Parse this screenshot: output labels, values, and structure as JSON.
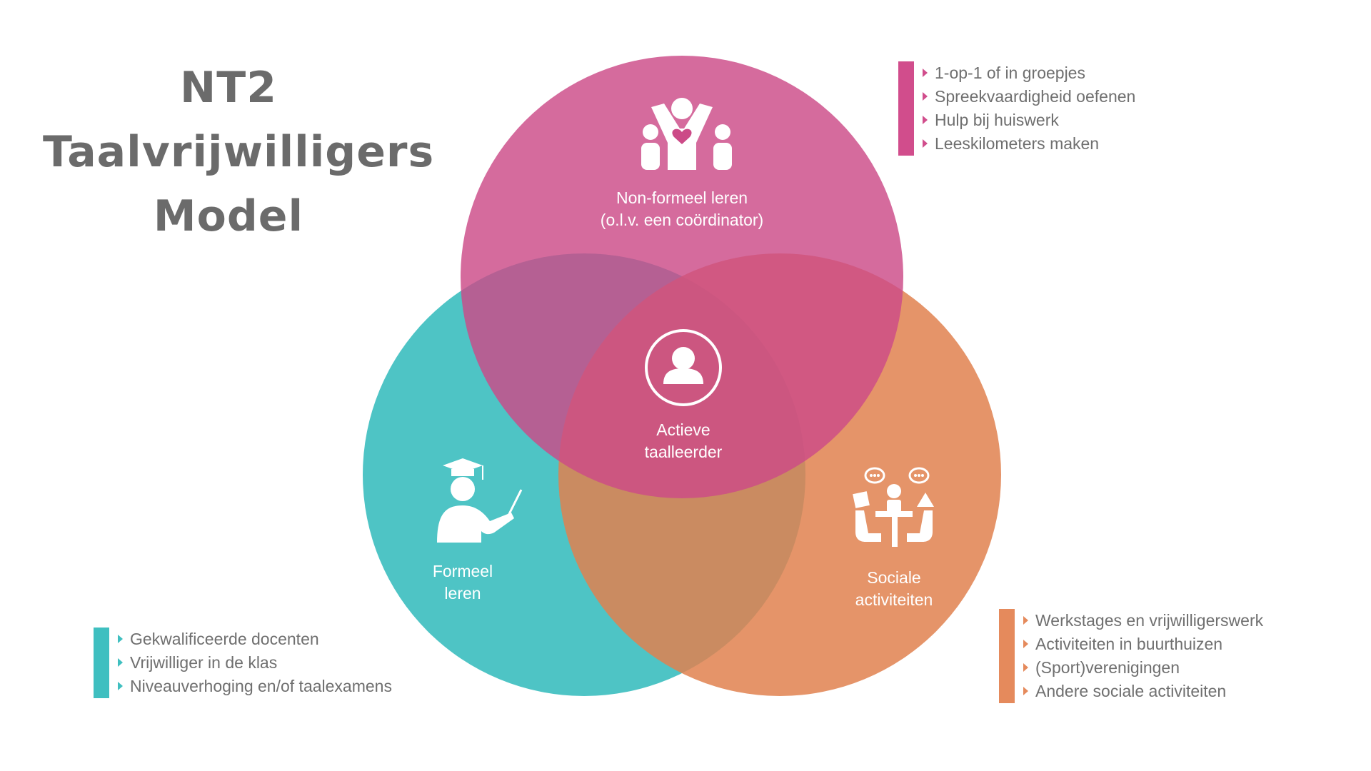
{
  "title": {
    "line1": "NT2",
    "line2": "Taalvrijwilligers",
    "line3": "Model"
  },
  "colors": {
    "pink": "#d14d8c",
    "teal": "#3fbfc0",
    "orange": "#e58a5c",
    "text": "#6b6b6b"
  },
  "circles": {
    "top": {
      "label1": "Non-formeel leren",
      "label2": "(o.l.v. een coördinator)",
      "icon": "community-people-icon"
    },
    "left": {
      "label1": "Formeel",
      "label2": "leren",
      "icon": "teacher-graduate-icon"
    },
    "right": {
      "label1": "Sociale",
      "label2": "activiteiten",
      "icon": "social-meeting-icon"
    },
    "center": {
      "label1": "Actieve",
      "label2": "taalleerder",
      "icon": "person-avatar-icon"
    }
  },
  "lists": {
    "top": [
      "1-op-1 of in groepjes",
      "Spreekvaardigheid oefenen",
      "Hulp bij huiswerk",
      "Leeskilometers maken"
    ],
    "left": [
      "Gekwalificeerde docenten",
      "Vrijwilliger in de klas",
      "Niveauverhoging en/of taalexamens"
    ],
    "right": [
      "Werkstages en vrijwilligerswerk",
      "Activiteiten in buurthuizen",
      "(Sport)verenigingen",
      "Andere sociale activiteiten"
    ]
  }
}
